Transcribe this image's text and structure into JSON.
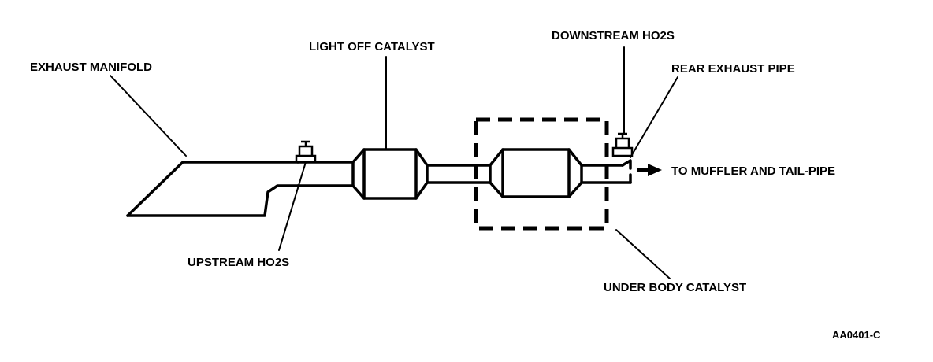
{
  "labels": {
    "exhaust_manifold": "EXHAUST MANIFOLD",
    "light_off_catalyst": "LIGHT OFF CATALYST",
    "downstream_ho2s": "DOWNSTREAM HO2S",
    "rear_exhaust_pipe": "REAR EXHAUST PIPE",
    "to_muffler": "TO MUFFLER AND TAIL-PIPE",
    "upstream_ho2s": "UPSTREAM HO2S",
    "under_body_catalyst": "UNDER BODY CATALYST",
    "figure_code": "AA0401-C"
  },
  "colors": {
    "ink": "#000000",
    "paper": "#ffffff"
  }
}
